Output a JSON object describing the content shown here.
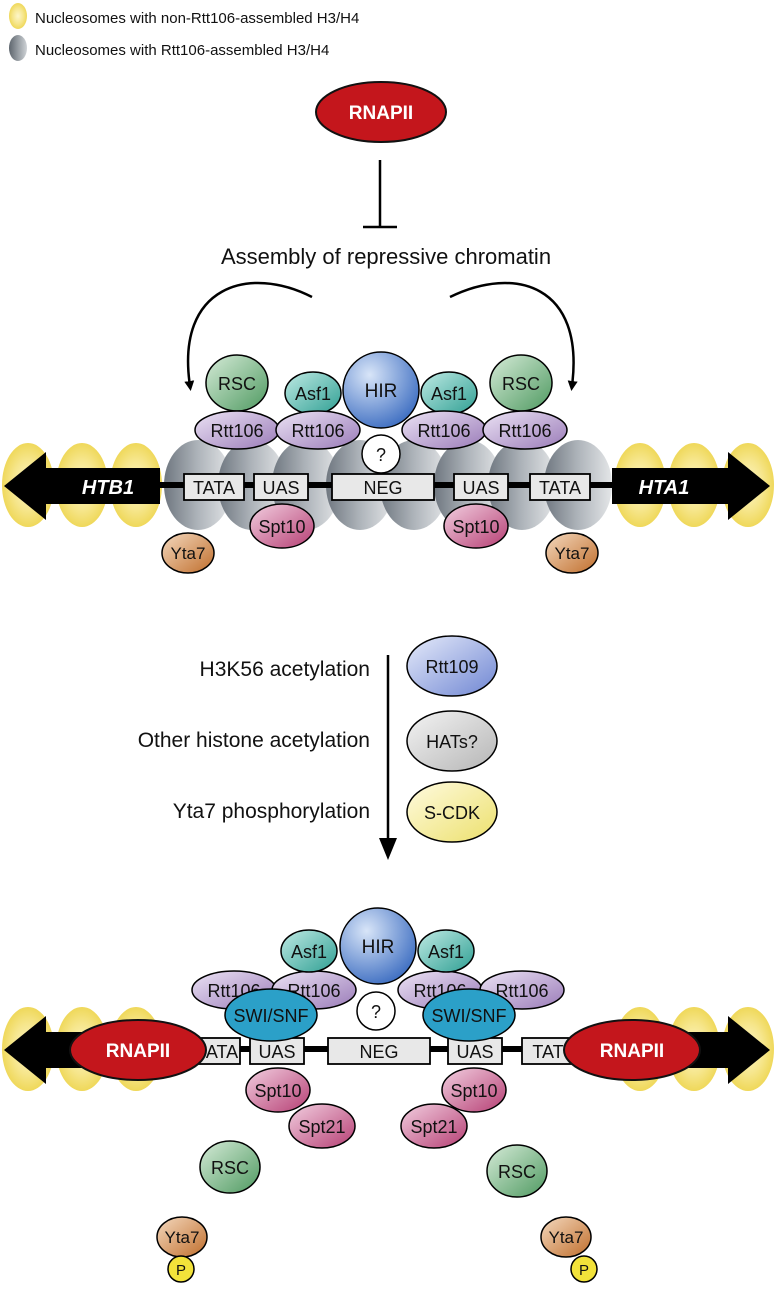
{
  "colors": {
    "yellow_nucleosome": "#f4df6e",
    "gray_nucleosome": "#8e969e",
    "rnapii": "#c4161c",
    "rsc": "#4f9a61",
    "rtt106": "#a98bc4",
    "asf1": "#3ab0a4",
    "hir": "#4f7fcf",
    "spt": "#c24e80",
    "yta7": "#c77b3a",
    "swisnf": "#2ba0c8",
    "rtt109": "#7d93d8",
    "hats": "#c6c6c6",
    "scdk": "#f3e780",
    "phospho": "#f2e23a"
  },
  "legend": {
    "yellow_label": "Nucleosomes with non-Rtt106-assembled H3/H4",
    "gray_label": "Nucleosomes with Rtt106-assembled H3/H4"
  },
  "top": {
    "rnapii": "RNAPII",
    "assembly": "Assembly of repressive chromatin",
    "rsc": "RSC",
    "asf1": "Asf1",
    "hir": "HIR",
    "rtt106": "Rtt106",
    "question": "?",
    "htb1": "HTB1",
    "hta1": "HTA1",
    "tata": "TATA",
    "uas": "UAS",
    "neg": "NEG",
    "spt10": "Spt10",
    "yta7": "Yta7"
  },
  "steps": [
    {
      "label": "H3K56 acetylation",
      "enzyme": "Rtt109"
    },
    {
      "label": "Other histone acetylation",
      "enzyme": "HATs?"
    },
    {
      "label": "Yta7 phosphorylation",
      "enzyme": "S-CDK"
    }
  ],
  "bottom": {
    "asf1": "Asf1",
    "hir": "HIR",
    "rtt106": "Rtt106",
    "swisnf": "SWI/SNF",
    "question": "?",
    "tata_left": "ATA",
    "uas": "UAS",
    "neg": "NEG",
    "tata_right": "TAT",
    "rnapii": "RNAPII",
    "spt10": "Spt10",
    "spt21": "Spt21",
    "rsc": "RSC",
    "yta7": "Yta7",
    "p": "P"
  }
}
